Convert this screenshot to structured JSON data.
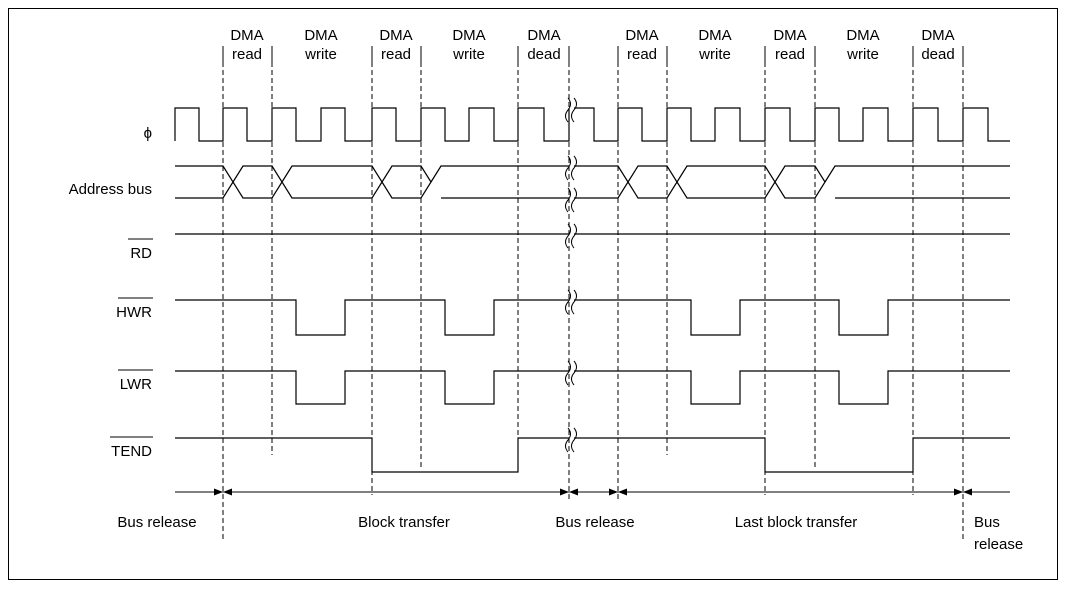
{
  "phase_labels": [
    {
      "top": "DMA",
      "bottom": "read"
    },
    {
      "top": "DMA",
      "bottom": "write"
    },
    {
      "top": "DMA",
      "bottom": "read"
    },
    {
      "top": "DMA",
      "bottom": "write"
    },
    {
      "top": "DMA",
      "bottom": "dead"
    },
    {
      "top": "DMA",
      "bottom": "read"
    },
    {
      "top": "DMA",
      "bottom": "write"
    },
    {
      "top": "DMA",
      "bottom": "read"
    },
    {
      "top": "DMA",
      "bottom": "write"
    },
    {
      "top": "DMA",
      "bottom": "dead"
    }
  ],
  "signals": {
    "clock": "ϕ",
    "address": "Address bus",
    "rd": "RD",
    "hwr": "HWR",
    "lwr": "LWR",
    "tend": "TEND"
  },
  "periods": [
    {
      "line1": "Bus release",
      "line2": ""
    },
    {
      "line1": "Block transfer",
      "line2": ""
    },
    {
      "line1": "Bus release",
      "line2": ""
    },
    {
      "line1": "Last block transfer",
      "line2": ""
    },
    {
      "line1": "Bus",
      "line2": "release"
    }
  ]
}
